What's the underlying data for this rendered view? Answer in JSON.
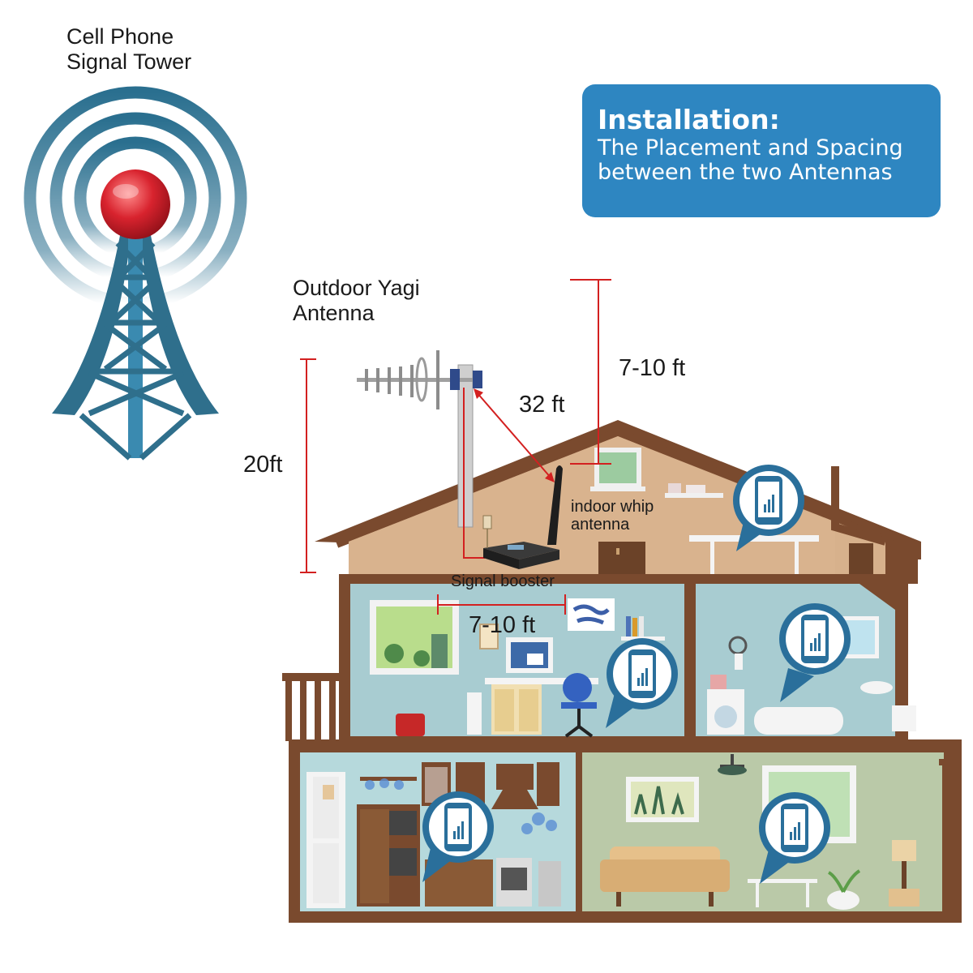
{
  "banner": {
    "title": "Installation:",
    "line1": "The Placement and Spacing",
    "line2": "between the two Antennas"
  },
  "labels": {
    "tower_line1": "Cell Phone",
    "tower_line2": "Signal Tower",
    "yagi_line1": "Outdoor Yagi",
    "yagi_line2": "Antenna",
    "whip_line1": "indoor whip",
    "whip_line2": "antenna",
    "booster": "Signal booster"
  },
  "dimensions": {
    "yagi_to_whip_vertical": "7-10 ft",
    "cable_length": "32 ft",
    "antenna_height": "20ft",
    "whip_to_booster": "7-10 ft"
  },
  "colors": {
    "banner": "#2e86c1",
    "tower_blue": "#2a6f8f",
    "tower_red": "#c21f2a",
    "roof": "#7a4a2e",
    "dimension_red": "#d32020"
  },
  "icons": [
    "signal-tower-icon",
    "yagi-antenna-icon",
    "whip-antenna-icon",
    "signal-booster-icon",
    "phone-signal-icon"
  ]
}
